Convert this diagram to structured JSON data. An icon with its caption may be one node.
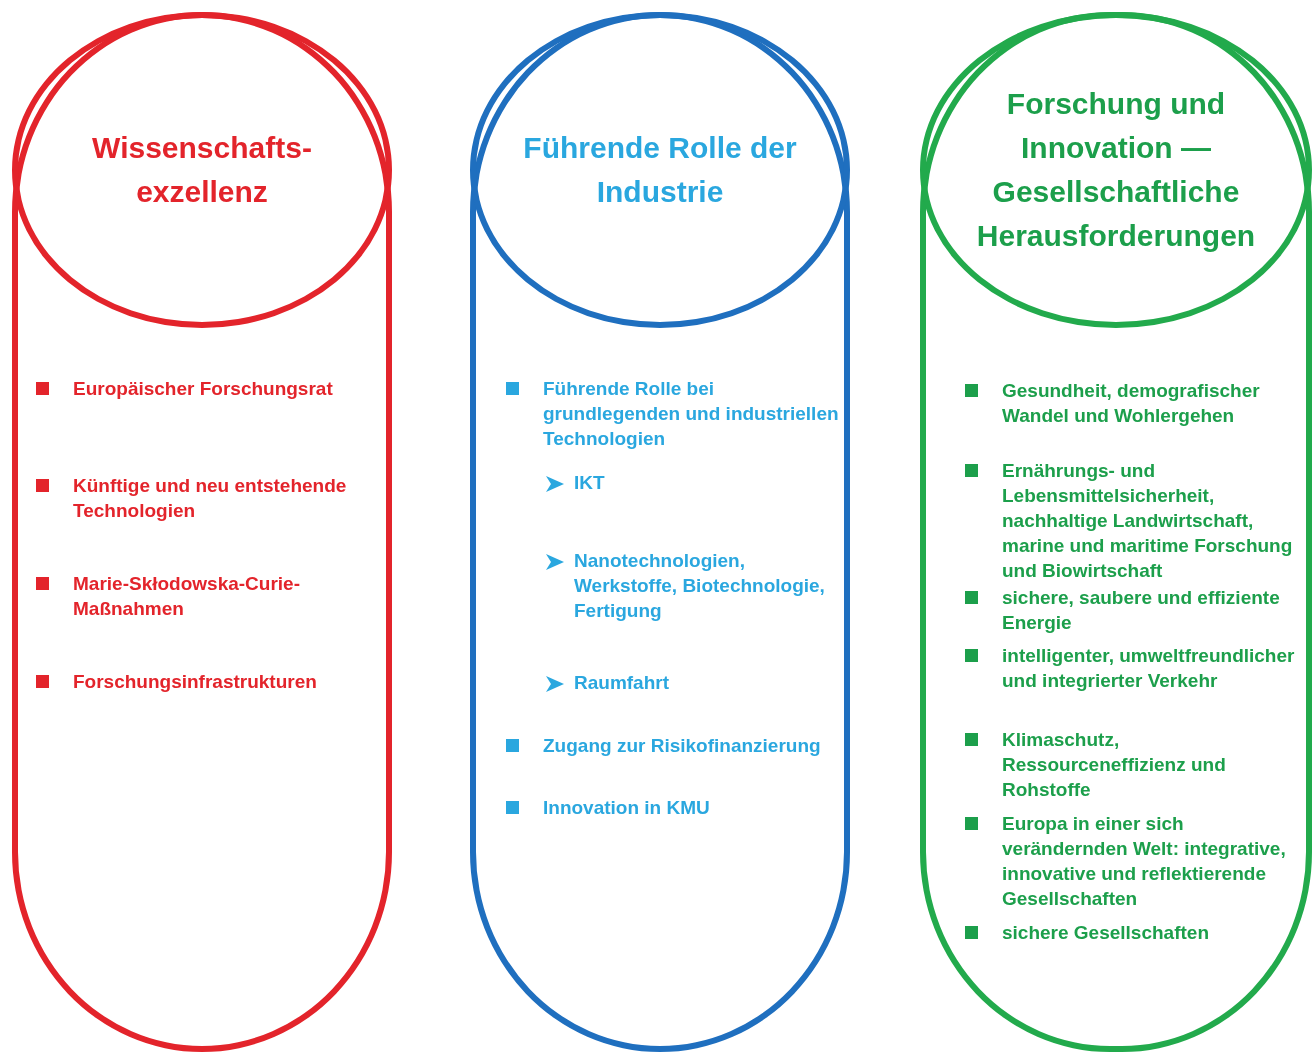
{
  "diagram": {
    "nodes": [
      {
        "text": [
          "Europäischer Forschungsrat",
          "Künftige und neu entstehende Technologien",
          "Marie-Skłodowska-Curie-Maßnahmen",
          "Forschungsinfrastrukturen"
        ]
      },
      {
        "text": [
          "Wissenschafts-exzellenz"
        ],
        "in": 0
      },
      {
        "text": [
          "Führende Rolle bei grundlegenden und industriellen Technologien",
          "IKT",
          "Nanotechnologien, Werkstoffe, Biotechnologie, Fertigung",
          "Raumfahrt",
          "Zugang zur Risikofinanzierung",
          "Innovation in KMU"
        ]
      },
      {
        "text": [
          "Führende Rolle der Industrie"
        ],
        "in": 2
      },
      {
        "text": [
          "Gesundheit, demografischer Wandel und Wohlergehen",
          "Ernährungs- und Lebensmittelsicherheit, nachhaltige Landwirtschaft, marine und maritime Forschung und Biowirtschaft",
          "sichere, saubere und effiziente Energie",
          "intelligenter, umweltfreundlicher und integrierter Verkehr",
          "Klimaschutz, Ressourceneffizienz und Rohstoffe",
          "Europa in einer sich verändernden Welt: integrative, innovative und reflektierende Gesellschaften",
          "sichere Gesellschaften"
        ]
      },
      {
        "text": [
          "Forschung und Innovation — Gesellschaftliche Herausforderungen"
        ],
        "in": 4
      }
    ]
  }
}
